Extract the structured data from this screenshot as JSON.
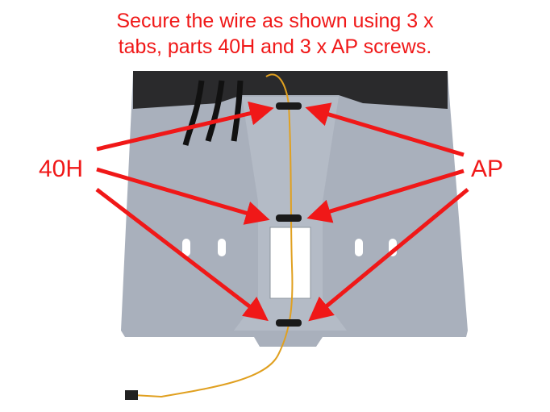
{
  "caption": {
    "line1": "Secure the wire as shown using 3 x",
    "line2": "tabs, parts 40H and 3 x AP screws."
  },
  "labels": {
    "left": "40H",
    "right": "AP"
  },
  "colors": {
    "annotation": "#f01818",
    "plate": "#a9b0bc",
    "wire": "#e0a020"
  }
}
